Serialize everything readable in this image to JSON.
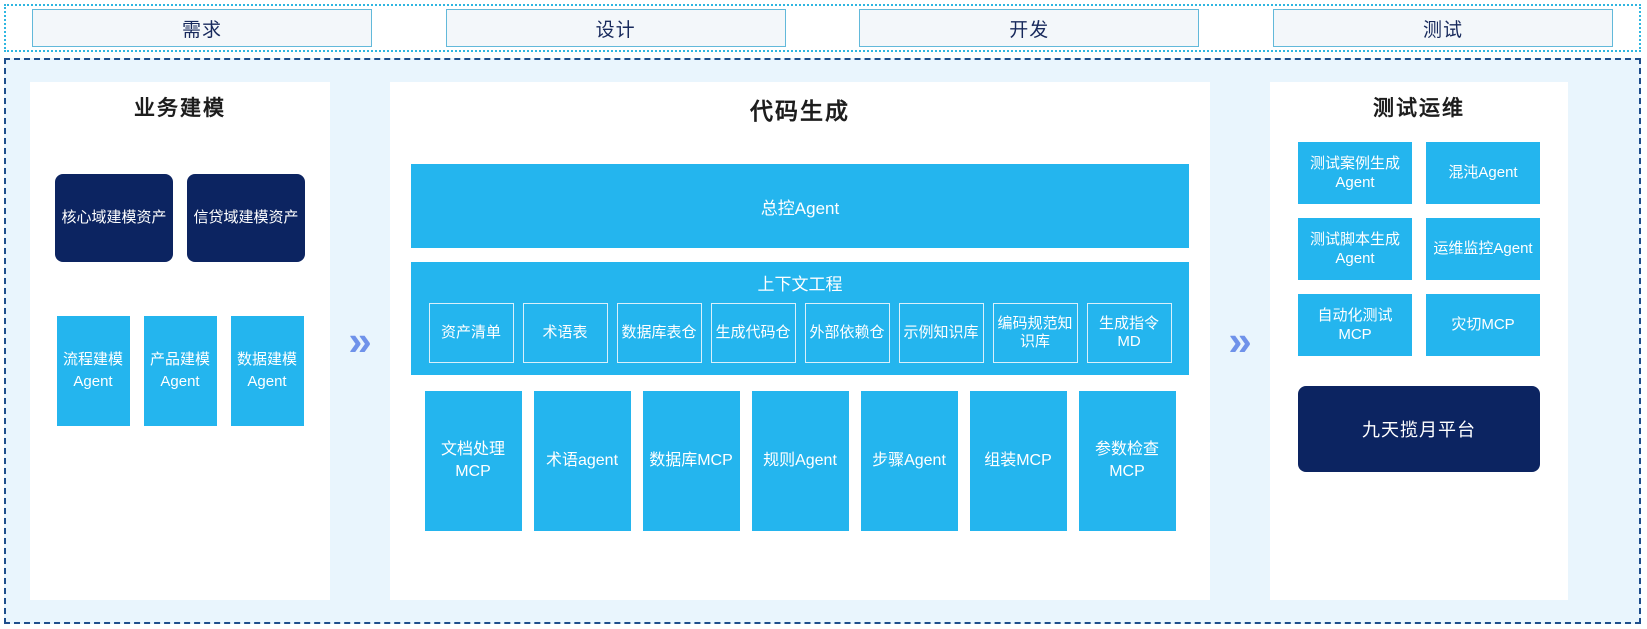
{
  "phases": {
    "items": [
      {
        "label": "需求"
      },
      {
        "label": "设计"
      },
      {
        "label": "开发"
      },
      {
        "label": "测试"
      }
    ]
  },
  "arrows": {
    "glyph": "»",
    "icon_name": "double-chevron-right-icon",
    "color": "#6f92ea"
  },
  "colors": {
    "cyan": "#24b5ee",
    "navy": "#0c2461",
    "panel_bg": "#ffffff",
    "body_bg": "#e9f5fd",
    "phase_border": "#62b9da",
    "body_border": "#1e4e8c"
  },
  "left_panel": {
    "title": "业务建模",
    "assets": [
      {
        "label": "核心域建模资产"
      },
      {
        "label": "信贷域建模资产"
      }
    ],
    "agents": [
      {
        "label": "流程建模Agent"
      },
      {
        "label": "产品建模Agent"
      },
      {
        "label": "数据建模Agent"
      }
    ]
  },
  "center_panel": {
    "title": "代码生成",
    "master_agent": "总控Agent",
    "context": {
      "title": "上下文工程",
      "items": [
        {
          "label": "资产清单"
        },
        {
          "label": "术语表"
        },
        {
          "label": "数据库表仓"
        },
        {
          "label": "生成代码仓"
        },
        {
          "label": "外部依赖仓"
        },
        {
          "label": "示例知识库"
        },
        {
          "label": "编码规范知识库"
        },
        {
          "label": "生成指令MD"
        }
      ]
    },
    "tools": [
      {
        "label": "文档处理MCP"
      },
      {
        "label": "术语agent"
      },
      {
        "label": "数据库MCP"
      },
      {
        "label": "规则Agent"
      },
      {
        "label": "步骤Agent"
      },
      {
        "label": "组装MCP"
      },
      {
        "label": "参数检查MCP"
      }
    ]
  },
  "right_panel": {
    "title": "测试运维",
    "items": [
      {
        "label": "测试案例生成Agent"
      },
      {
        "label": "混沌Agent"
      },
      {
        "label": "测试脚本生成Agent"
      },
      {
        "label": "运维监控Agent"
      },
      {
        "label": "自动化测试MCP"
      },
      {
        "label": "灾切MCP"
      }
    ],
    "platform": "九天揽月平台"
  }
}
